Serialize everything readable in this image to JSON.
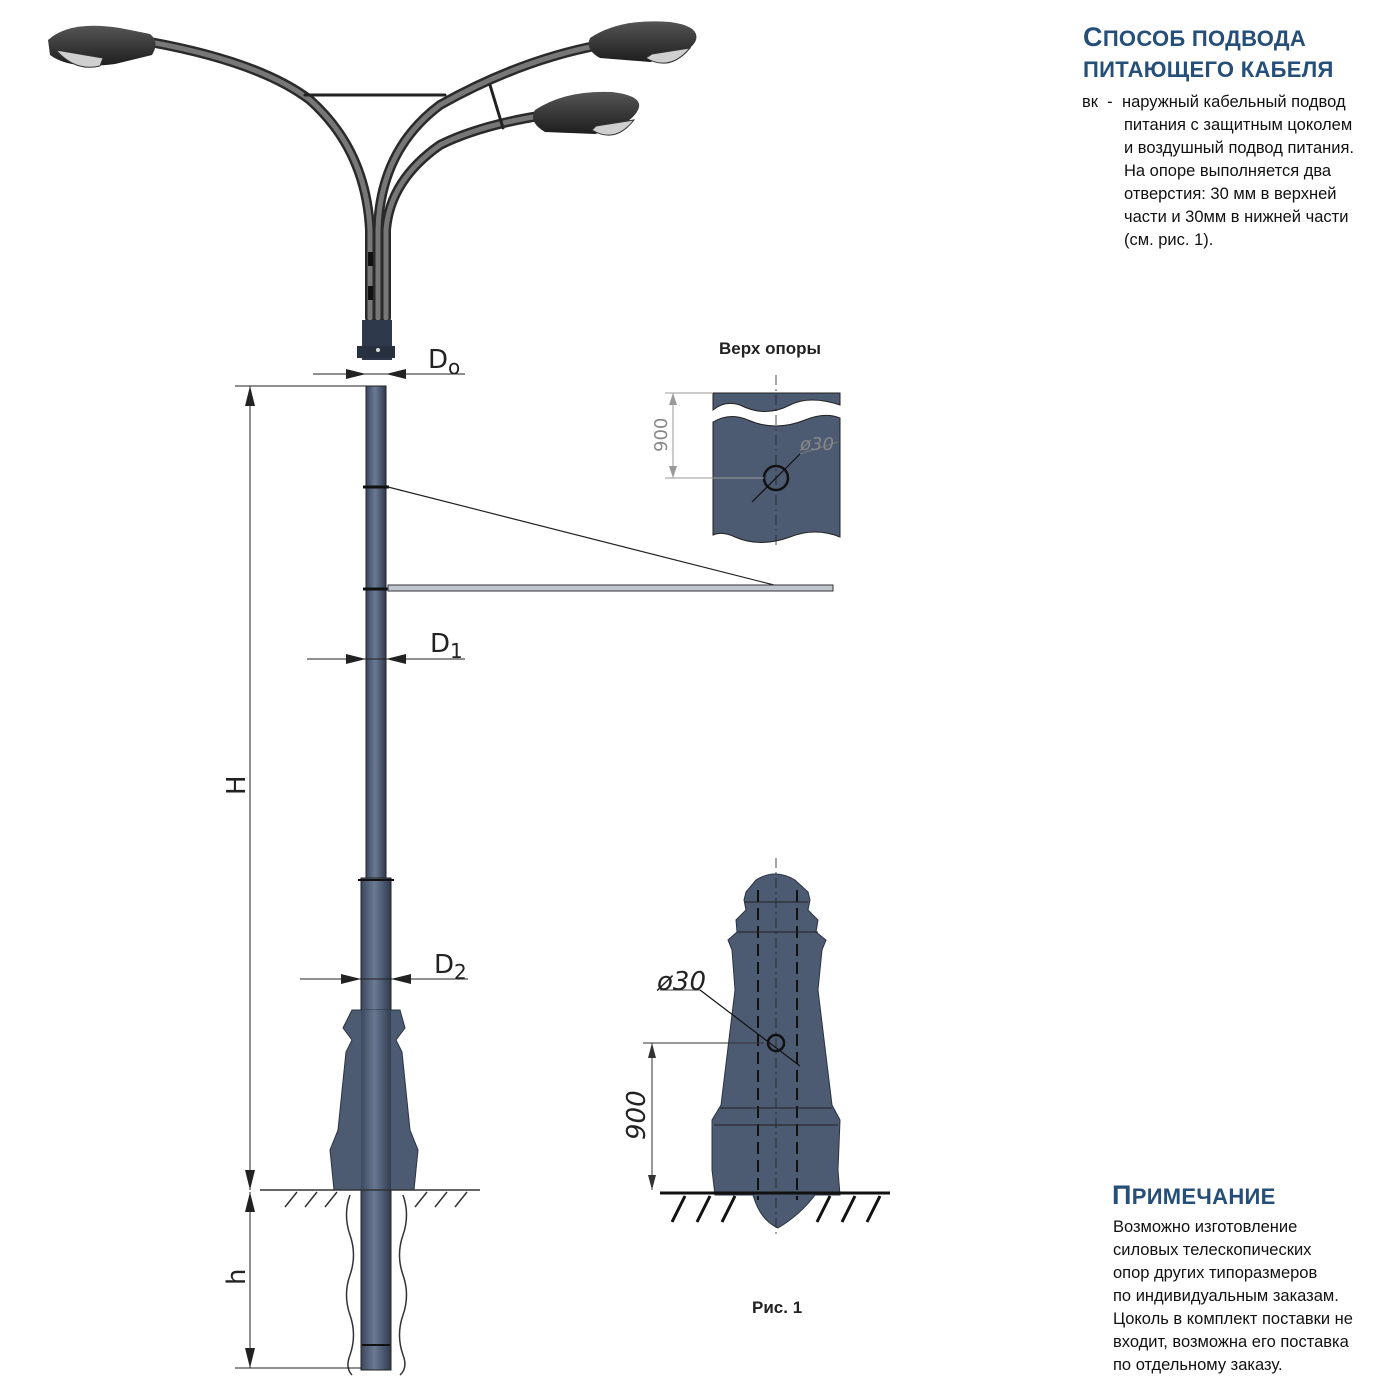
{
  "cable_section": {
    "title_line1_first": "С",
    "title_line1_rest": "ПОСОБ ПОДВОДА",
    "title_line2": "ПИТАЮЩЕГО КАБЕЛЯ",
    "code": "вк",
    "dash": "-",
    "lines": [
      "наружный кабельный подвод",
      "питания с защитным цоколем",
      "и воздушный подвод питания.",
      "На опоре выполняется два",
      "отверстия: 30 мм в верхней",
      "части и 30мм в нижней части",
      "(см. рис. 1)."
    ]
  },
  "note_section": {
    "title_first": "П",
    "title_rest": "РИМЕЧАНИЕ",
    "lines": [
      "Возможно изготовление",
      "силовых телескопических",
      "опор других типоразмеров",
      "по индивидуальным заказам.",
      "Цоколь в комплект поставки не",
      "входит, возможна его поставка",
      "по отдельному заказу."
    ]
  },
  "labels": {
    "top_detail": "Верх опоры",
    "figure": "Рис. 1",
    "d0_main": "D",
    "d0_sub": "o",
    "d1_main": "D",
    "d1_sub": "1",
    "d2_main": "D",
    "d2_sub": "2",
    "height_H": "H",
    "height_h": "h",
    "dim_900_top": "900",
    "dim_900_base": "900",
    "dia_top": "ø30",
    "dia_base": "ø30"
  },
  "colors": {
    "pole": "#4c5a72",
    "pole_dark": "#2e394c",
    "lamp": "#333333",
    "heading": "#254e78"
  }
}
